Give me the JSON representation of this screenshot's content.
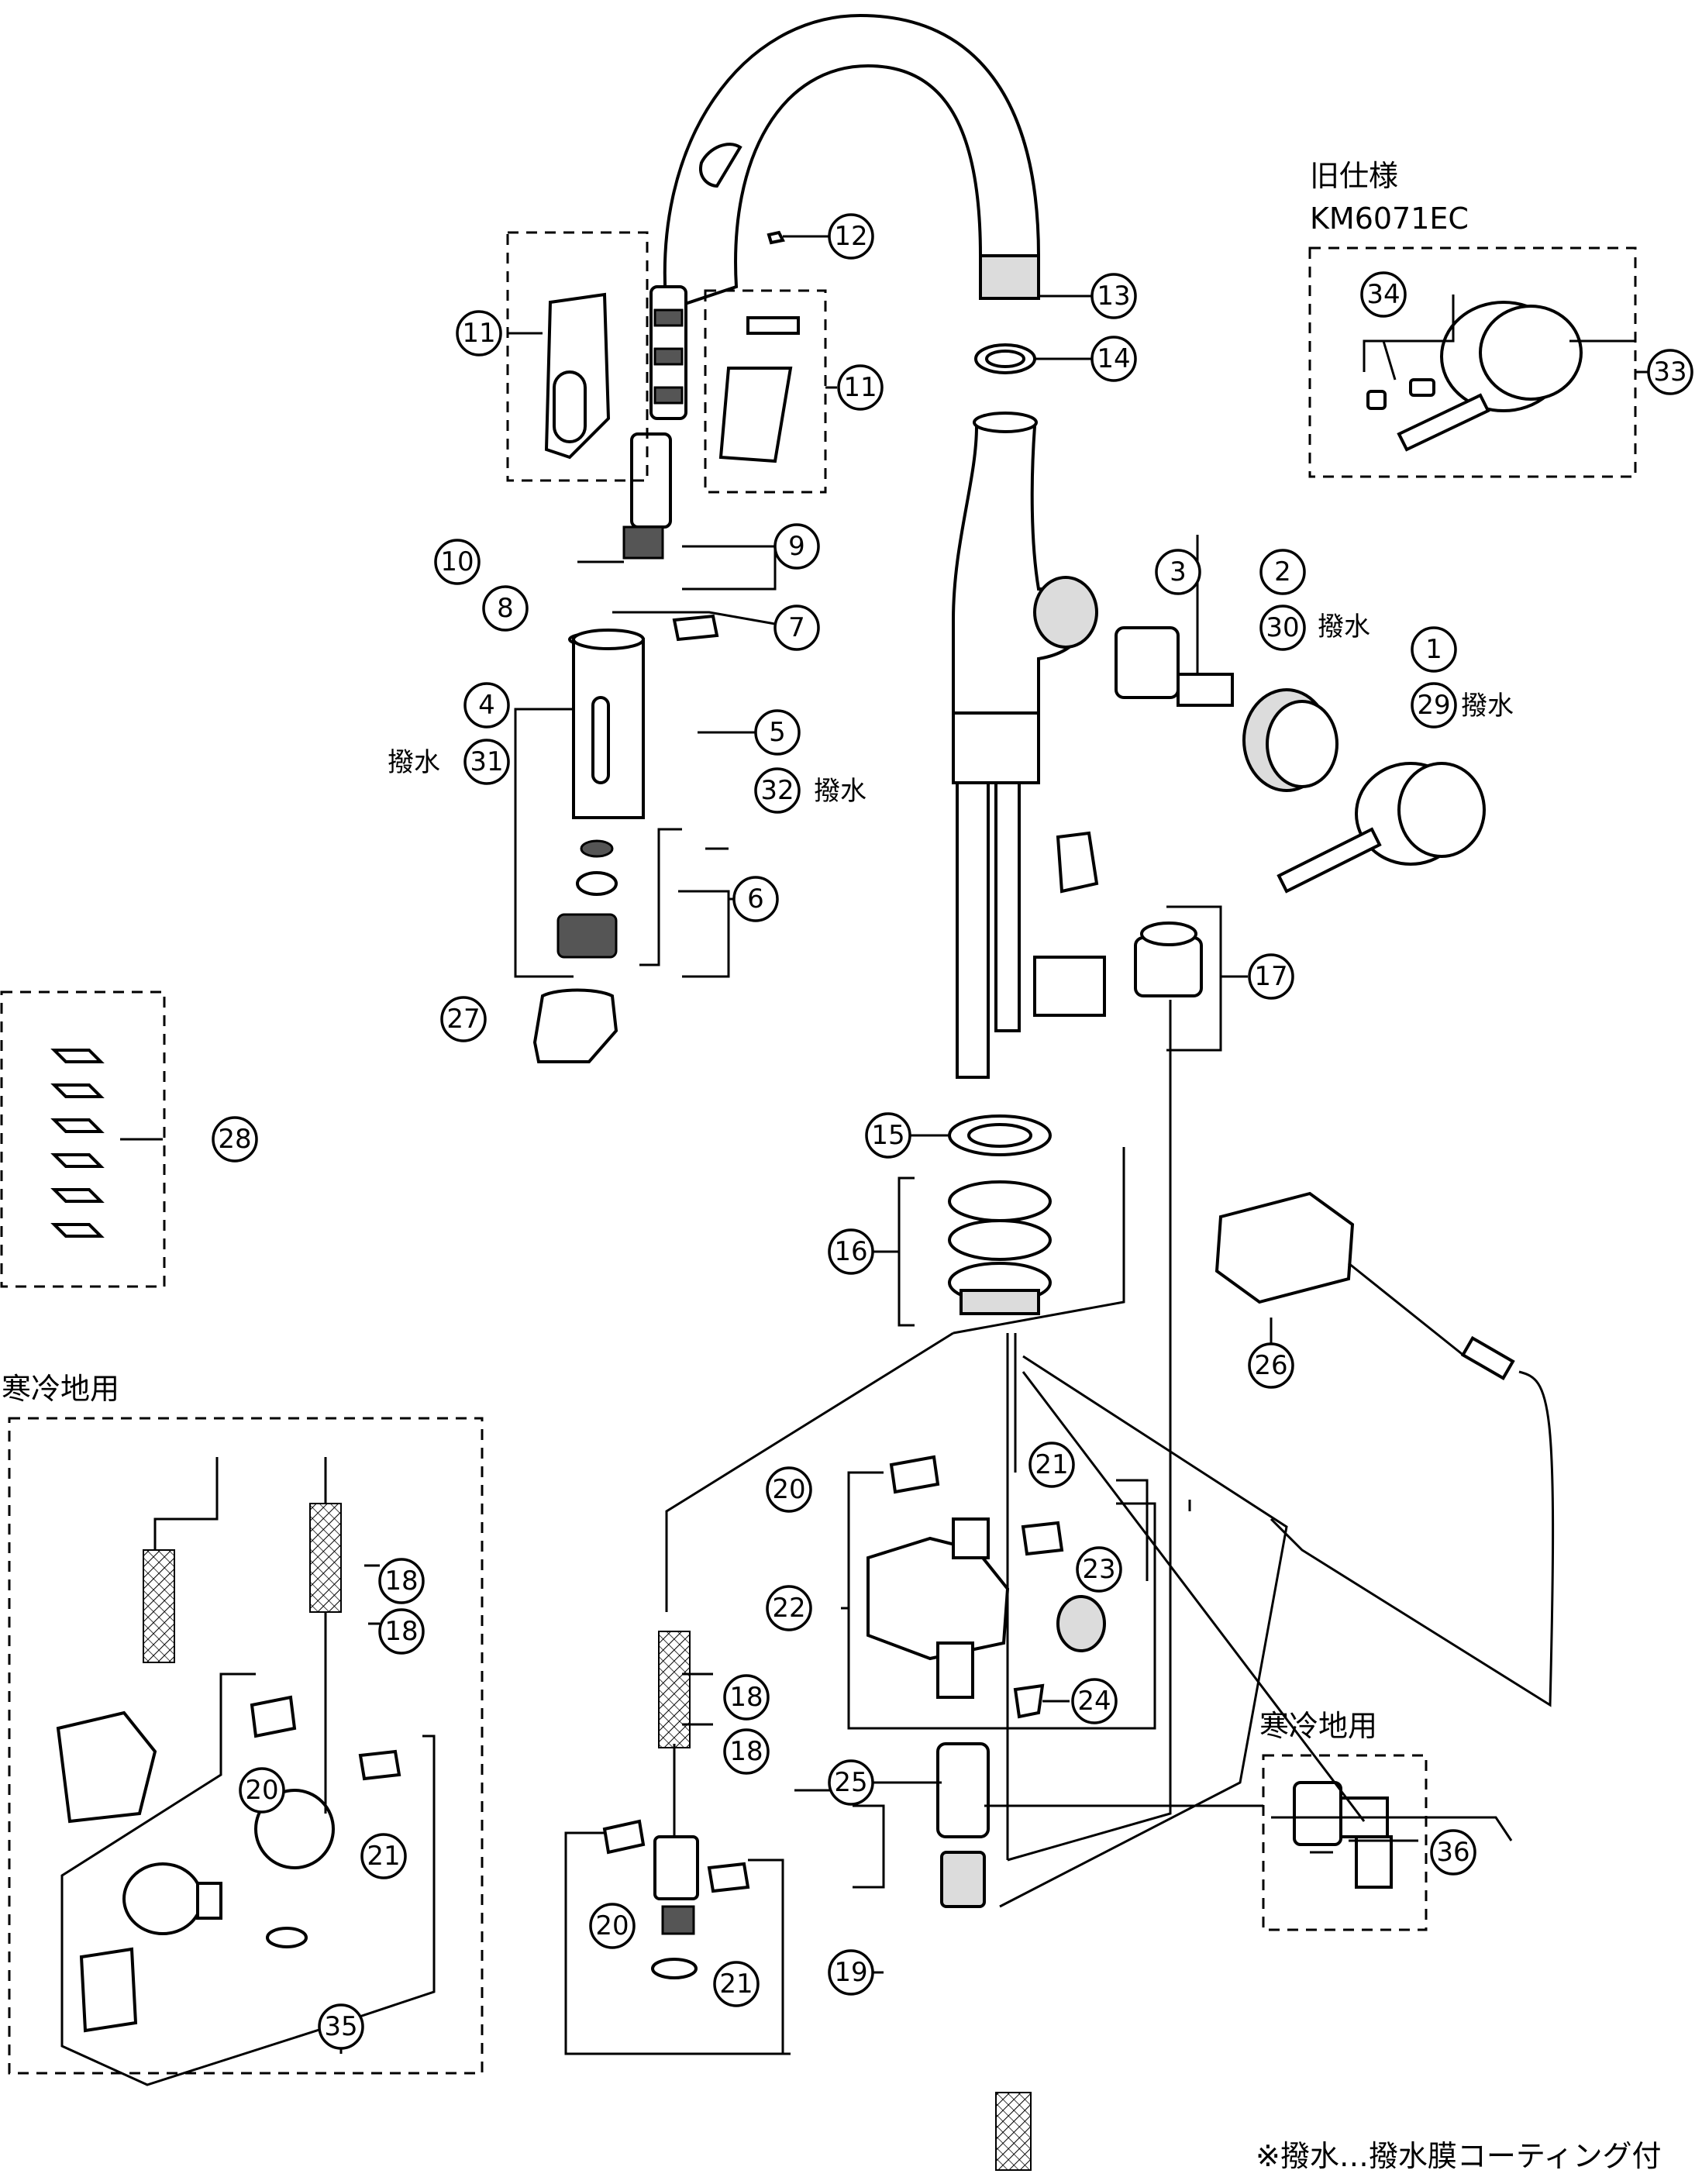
{
  "diagram": {
    "old_spec_title": "旧仕様",
    "old_spec_model": "KM6071EC",
    "cold_region_left": "寒冷地用",
    "cold_region_right": "寒冷地用",
    "footnote": "※撥水…撥水膜コーティング付",
    "water_repellent": "撥水",
    "part_numbers": [
      "1",
      "2",
      "3",
      "4",
      "5",
      "6",
      "7",
      "8",
      "9",
      "10",
      "11",
      "12",
      "13",
      "14",
      "15",
      "16",
      "17",
      "18",
      "19",
      "20",
      "21",
      "22",
      "23",
      "24",
      "25",
      "26",
      "27",
      "28",
      "29",
      "30",
      "31",
      "32",
      "33",
      "34",
      "35",
      "36"
    ]
  }
}
